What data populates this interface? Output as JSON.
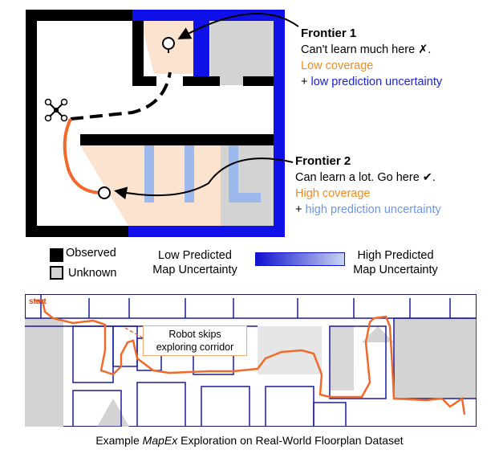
{
  "frontier1": {
    "title": "Frontier 1",
    "line1": "Can't learn much here ✗.",
    "line2": "Low coverage",
    "line3_prefix": "+ ",
    "line3": "low prediction uncertainty"
  },
  "frontier2": {
    "title": "Frontier 2",
    "line1": "Can learn a lot. Go here ✔.",
    "line2": "High coverage",
    "line3_prefix": "+ ",
    "line3": "high prediction uncertainty"
  },
  "legend": {
    "observed": "Observed",
    "unknown": "Unknown",
    "low_uncertainty_1": "Low Predicted",
    "low_uncertainty_2": "Map Uncertainty",
    "high_uncertainty_1": "High Predicted",
    "high_uncertainty_2": "Map Uncertainty"
  },
  "floorplan": {
    "start_label": "start",
    "callout_1": "Robot skips",
    "callout_2": "exploring corridor"
  },
  "caption": {
    "prefix": "Example ",
    "italic": "MapEx",
    "suffix": " Exploration on Real-World Floorplan Dataset"
  },
  "colors": {
    "wall": "#000000",
    "unknown": "#d3d3d3",
    "coverage": "#fbe3cf",
    "high_uncertainty": "#1010e8",
    "low_uncertainty": "#9db8ea",
    "path": "#f06a2b"
  }
}
